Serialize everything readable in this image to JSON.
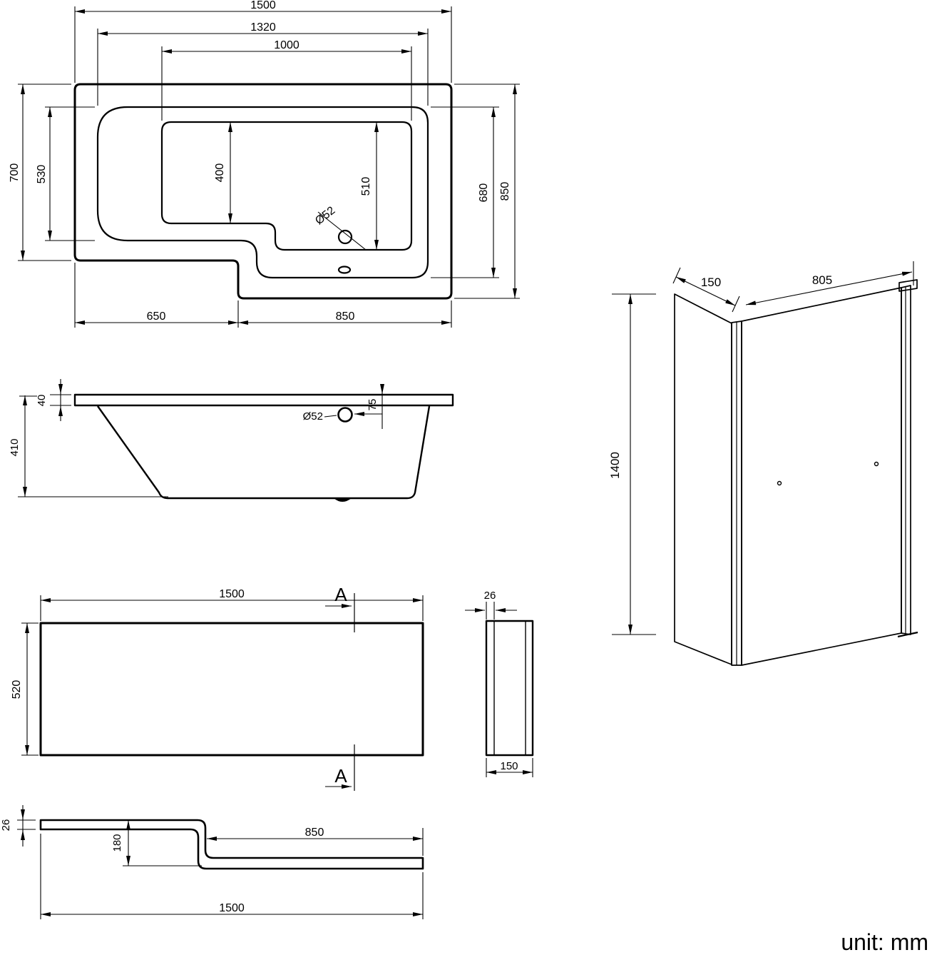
{
  "unit_note": "unit: mm",
  "plan": {
    "overall_width": "1500",
    "rim_width": "1320",
    "well_width": "1000",
    "left_depth": "700",
    "rim_left_depth": "530",
    "well_left_depth": "400",
    "well_right_depth": "510",
    "rim_right_depth": "680",
    "overall_depth": "850",
    "drain_diameter": "Ø52",
    "bottom_left_length": "650",
    "bottom_right_length": "850"
  },
  "side": {
    "rim_thickness": "40",
    "height": "410",
    "drain_diameter": "Ø52",
    "drain_center_offset": "75"
  },
  "screen": {
    "return_panel_width": "150",
    "door_panel_width": "805",
    "height": "1400"
  },
  "front_panel": {
    "width": "1500",
    "height": "520",
    "section_label": "A"
  },
  "end_panel": {
    "thickness": "26",
    "width": "150"
  },
  "panel_section": {
    "thickness": "26",
    "step_depth": "180",
    "lower_length": "850",
    "overall_length": "1500"
  }
}
